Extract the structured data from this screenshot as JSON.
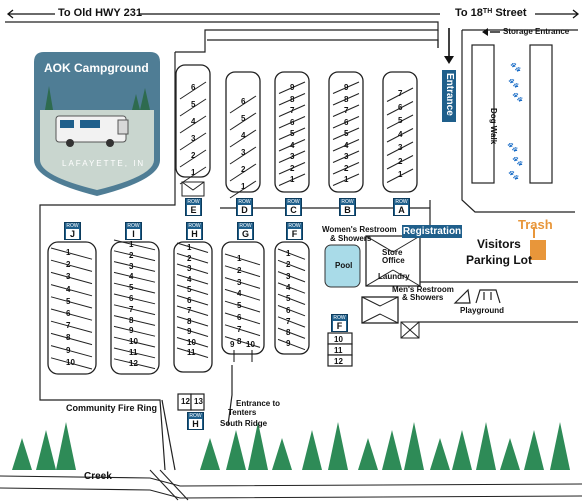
{
  "roads": {
    "old_hwy": "To Old HWY 231",
    "street_prefix": "To 18",
    "street_sup": "TH",
    "street_suffix": " Street",
    "storage": "Storage Entrance",
    "entrance": "Entrance",
    "dog_walk": "Dog Walk"
  },
  "logo": {
    "title": "AOK Campground",
    "subtitle": "LAFAYETTE, IN"
  },
  "rows_top": [
    {
      "letter": "E",
      "sites": [
        "6",
        "5",
        "4",
        "3",
        "2",
        "1"
      ]
    },
    {
      "letter": "D",
      "sites": [
        "6",
        "5",
        "4",
        "3",
        "2",
        "1"
      ]
    },
    {
      "letter": "C",
      "sites": [
        "9",
        "8",
        "7",
        "6",
        "5",
        "4",
        "3",
        "2",
        "1"
      ]
    },
    {
      "letter": "B",
      "sites": [
        "9",
        "8",
        "7",
        "6",
        "5",
        "4",
        "3",
        "2",
        "1"
      ]
    },
    {
      "letter": "A",
      "sites": [
        "7",
        "6",
        "5",
        "4",
        "3",
        "2",
        "1"
      ]
    }
  ],
  "rows_bottom": [
    {
      "letter": "J",
      "sites": [
        "1",
        "2",
        "3",
        "4",
        "5",
        "6",
        "7",
        "8",
        "9",
        "10"
      ]
    },
    {
      "letter": "I",
      "sites": [
        "1",
        "2",
        "3",
        "4",
        "5",
        "6",
        "7",
        "8",
        "9",
        "10",
        "11",
        "12"
      ]
    },
    {
      "letter": "H",
      "sites": [
        "1",
        "2",
        "3",
        "4",
        "5",
        "6",
        "7",
        "8",
        "9",
        "10",
        "11"
      ]
    },
    {
      "letter": "G",
      "sites": [
        "1",
        "2",
        "3",
        "4",
        "5",
        "6",
        "7",
        "8"
      ]
    },
    {
      "letter": "F",
      "sites": [
        "1",
        "2",
        "3",
        "4",
        "5",
        "6",
        "7",
        "8",
        "9"
      ]
    }
  ],
  "row_badge_word": "ROW",
  "g_extra": [
    "9",
    "10"
  ],
  "row_f2": {
    "letter": "F",
    "sites": [
      "10",
      "11",
      "12"
    ]
  },
  "row_h2": {
    "letter": "H",
    "sites": [
      "12",
      "13"
    ]
  },
  "facilities": {
    "womens": "Women's Restroom",
    "womens2": "& Showers",
    "registration": "Registration",
    "pool": "Pool",
    "store1": "Store",
    "store2": "Office",
    "laundry": "Laundry",
    "mens": "Men's Restroom",
    "mens2": "& Showers",
    "trash": "Trash",
    "visitors1": "Visitors",
    "visitors2": "Parking Lot",
    "playground": "Playground",
    "fire_ring": "Community Fire Ring",
    "tenters1": "Entrance to",
    "tenters2": "Tenters",
    "tenters3": "South Ridge",
    "creek": "Creek"
  },
  "colors": {
    "badge": "#1f5f8b",
    "pool": "#a9dbe8",
    "tree": "#2e8b57",
    "trash": "#e8963a",
    "logo_bg": "#4f7d95"
  }
}
